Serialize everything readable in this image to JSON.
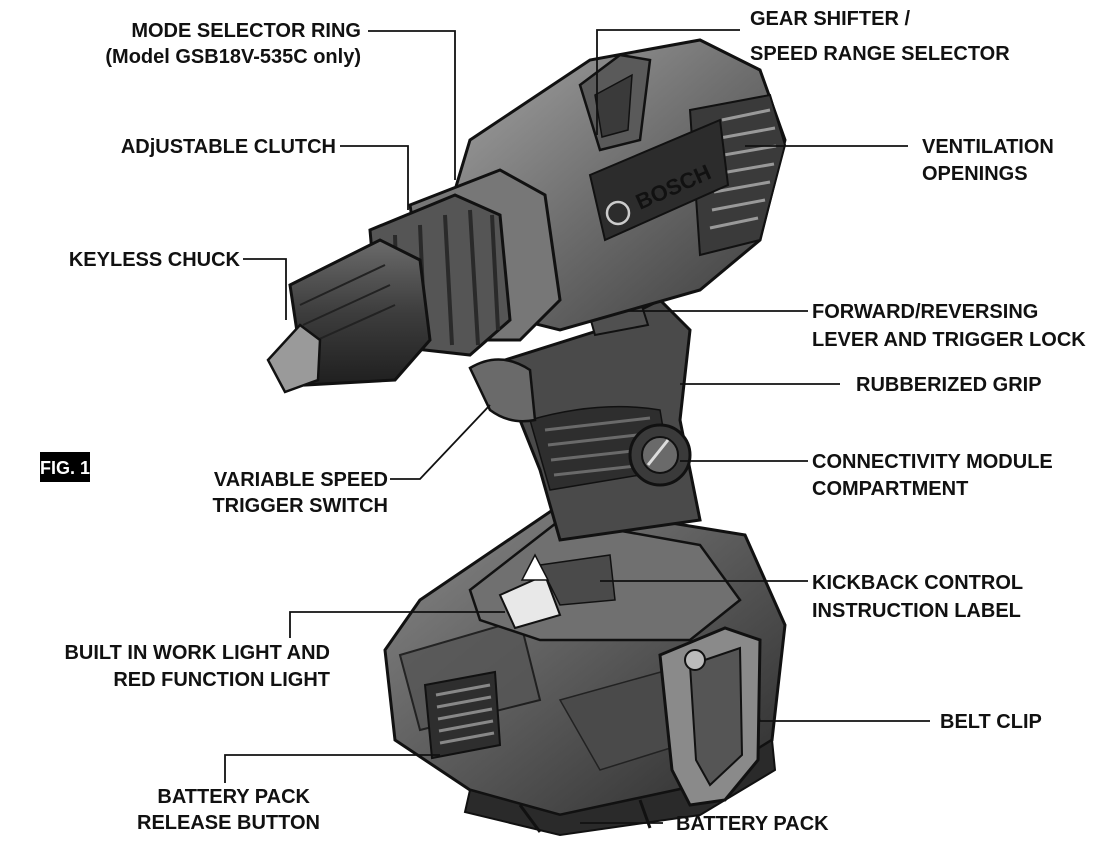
{
  "figure_label": "FIG. 1",
  "brand": "BOSCH",
  "colors": {
    "ink": "#111111",
    "body_light": "#8c8c8c",
    "body_mid": "#5a5a5a",
    "body_dark": "#2b2b2b",
    "rubber": "#3a3a3a",
    "badge": "#000000"
  },
  "callouts": {
    "mode_selector_ring_1": "MODE SELECTOR RING",
    "mode_selector_ring_2": "(Model GSB18V-535C only)",
    "adjustable_clutch": "ADjUSTABLE CLUTCH",
    "keyless_chuck": "KEYLESS CHUCK",
    "variable_speed_1": "VARIABLE SPEED",
    "variable_speed_2": "TRIGGER SWITCH",
    "work_light_1": "BUILT IN WORK LIGHT AND",
    "work_light_2": "RED FUNCTION LIGHT",
    "release_button_1": "BATTERY PACK",
    "release_button_2": "RELEASE BUTTON",
    "gear_shifter_1": "GEAR SHIFTER /",
    "gear_shifter_2": "SPEED RANGE SELECTOR",
    "ventilation_1": "VENTILATION",
    "ventilation_2": "OPENINGS",
    "forward_reversing_1": "FORWARD/REVERSING",
    "forward_reversing_2": "LEVER AND TRIGGER LOCK",
    "rubberized_grip": "RUBBERIZED GRIP",
    "connectivity_1": "CONNECTIVITY MODULE",
    "connectivity_2": "COMPARTMENT",
    "kickback_1": "KICKBACK CONTROL",
    "kickback_2": "INSTRUCTION LABEL",
    "belt_clip": "BELT CLIP",
    "battery_pack": "BATTERY PACK"
  }
}
